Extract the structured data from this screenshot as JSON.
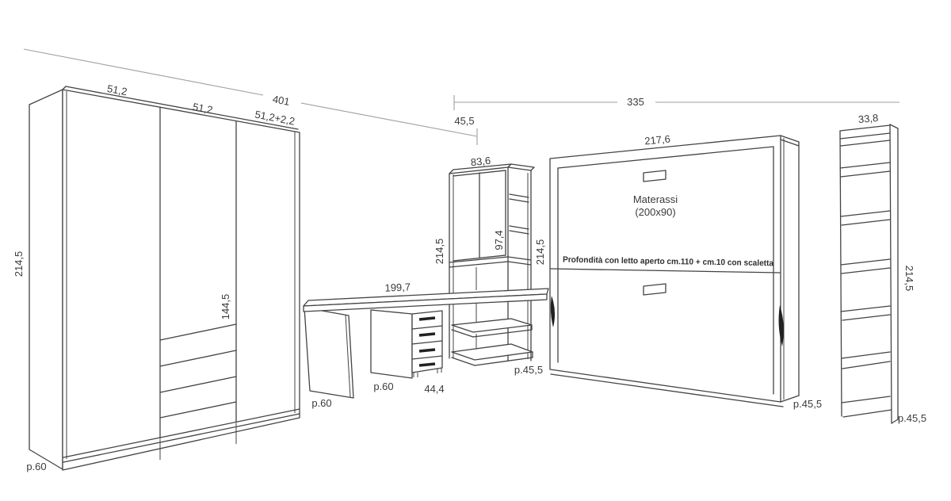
{
  "drawing": {
    "title_hint": "furniture technical drawing",
    "wardrobe": {
      "door1_width": "51,2",
      "door2_width": "51,2",
      "door3_width": "51,2+2,2",
      "total_width": "401",
      "height": "214,5",
      "upper_door_height": "144,5",
      "depth": "p.60"
    },
    "gap": {
      "width": "45,5"
    },
    "desk": {
      "top_width": "199,7",
      "leg_depth": "p.60",
      "drawer_unit_depth": "p.60",
      "drawer_unit_width": "44,4"
    },
    "bookcase": {
      "width": "83,6",
      "cabinet_height": "97,4",
      "height": "214,5",
      "depth": "p.45,5"
    },
    "bed": {
      "span": "335",
      "width": "217,6",
      "height": "214,5",
      "mattress_line1": "Materassi",
      "mattress_line2": "(200x90)",
      "open_depth_note": "Profondità con letto aperto cm.110 + cm.10 con scaletta",
      "depth": "p.45,5"
    },
    "wall_shelf": {
      "width": "33,8",
      "height": "214,5",
      "depth": "p.45,5"
    }
  },
  "colors": {
    "background": "#ffffff",
    "furniture_line": "#434343",
    "dimension_line": "#9f9f9f",
    "text": "#3b3b3b"
  }
}
